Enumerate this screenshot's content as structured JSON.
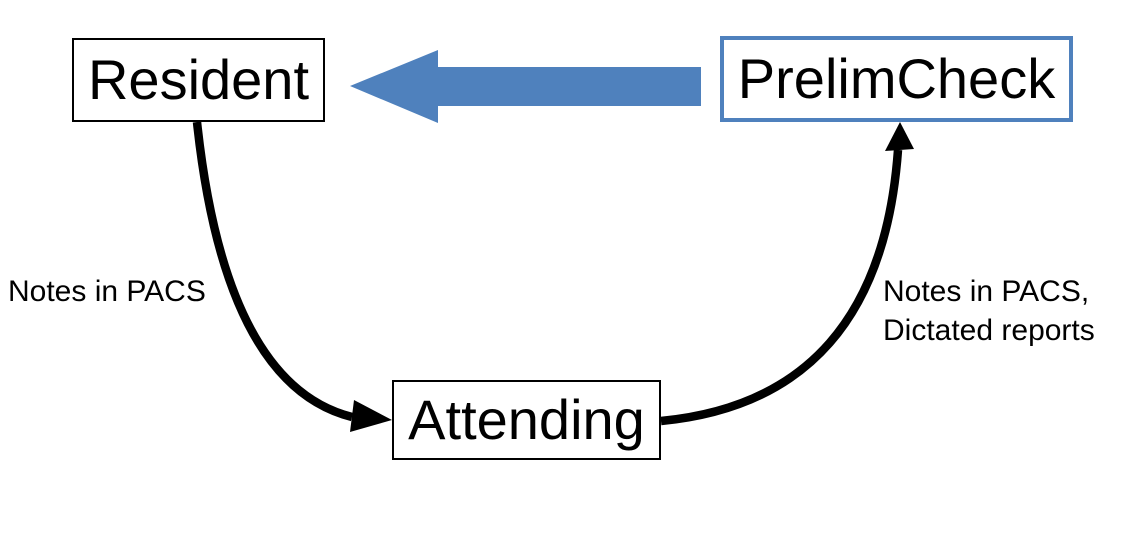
{
  "diagram": {
    "colors": {
      "background": "#ffffff",
      "accent_blue": "#4f81bd",
      "line_black": "#000000"
    },
    "nodes": [
      {
        "id": "resident",
        "label": "Resident"
      },
      {
        "id": "prelimcheck",
        "label": "PrelimCheck"
      },
      {
        "id": "attending",
        "label": "Attending"
      }
    ],
    "edges": [
      {
        "from": "resident",
        "to": "attending",
        "label": "Notes in PACS",
        "style": "curved-black-arrow"
      },
      {
        "from": "attending",
        "to": "prelimcheck",
        "label_line1": "Notes in PACS,",
        "label_line2": "Dictated reports",
        "style": "curved-black-arrow"
      },
      {
        "from": "prelimcheck",
        "to": "resident",
        "label": "",
        "style": "blue-block-arrow"
      }
    ]
  }
}
